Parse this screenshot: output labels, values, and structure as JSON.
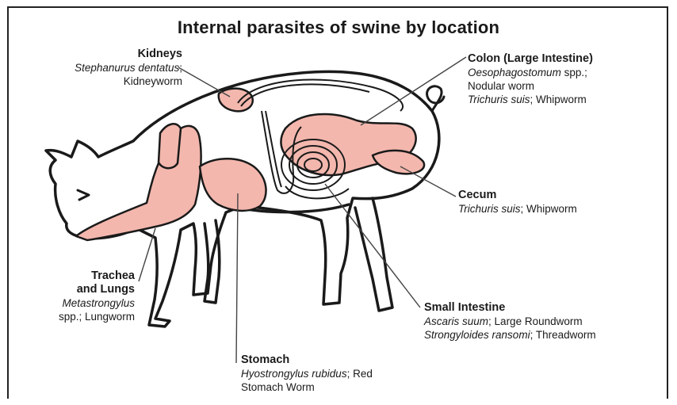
{
  "title": "Internal parasites of swine by location",
  "colors": {
    "organ_fill": "#f3b7ad",
    "outline": "#1a1a1a",
    "leader": "#444444"
  },
  "labels": {
    "kidneys": {
      "heading": "Kidneys",
      "species": "Stephanurus dentatus",
      "common": "Kidneyworm"
    },
    "colon": {
      "heading": "Colon (Large Intestine)",
      "species1": "Oesophagostomum",
      "species1_suffix": "spp.;",
      "common1": "Nodular worm",
      "species2": "Trichuris suis",
      "common2": "Whipworm"
    },
    "cecum": {
      "heading": "Cecum",
      "species": "Trichuris suis",
      "common": "Whipworm"
    },
    "trachea": {
      "heading_line1": "Trachea",
      "heading_line2": "and Lungs",
      "species": "Metastrongylus",
      "common": "spp.; Lungworm"
    },
    "small_intestine": {
      "heading": "Small Intestine",
      "species1": "Ascaris suum",
      "common1": "Large Roundworm",
      "species2": "Strongyloides ransomi",
      "common2": "Threadworm"
    },
    "stomach": {
      "heading": "Stomach",
      "species": "Hyostrongylus rubidus",
      "common_line1": "Red",
      "common_line2": "Stomach Worm"
    }
  }
}
